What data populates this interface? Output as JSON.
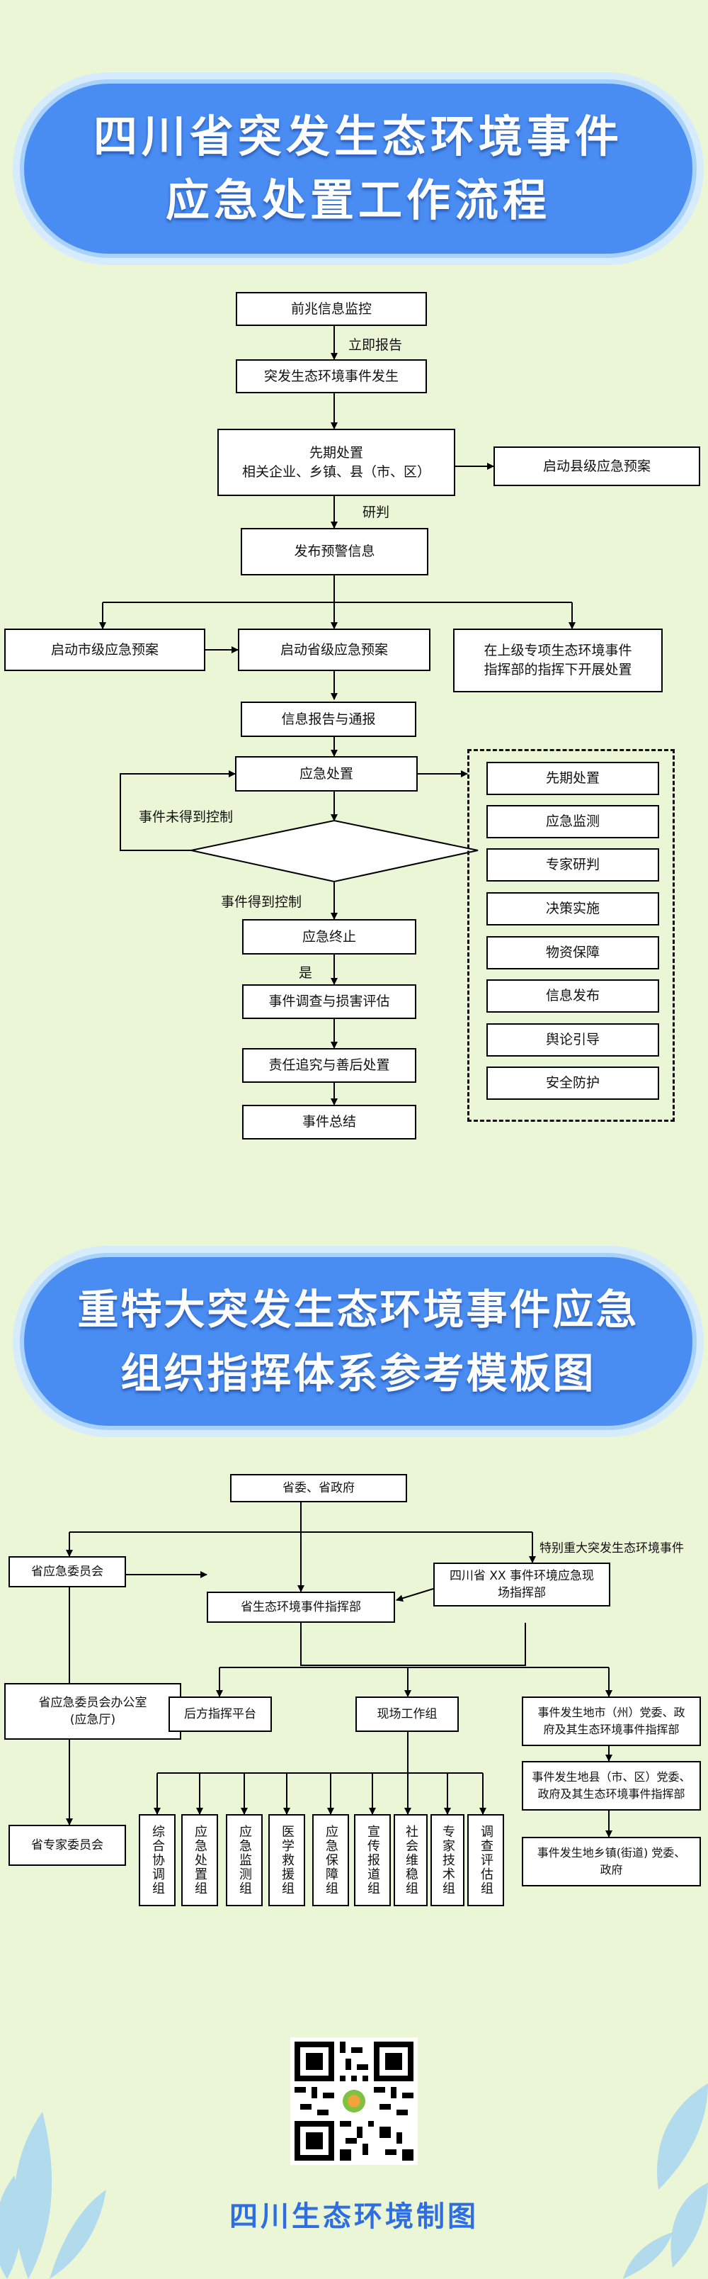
{
  "title1": {
    "line1": "四川省突发生态环境事件",
    "line2": "应急处置工作流程"
  },
  "flow": {
    "pre_monitor": "前兆信息监控",
    "report_now": "立即报告",
    "event_occurs": "突发生态环境事件发生",
    "early_disposal_line1": "先期处置",
    "early_disposal_line2": "相关企业、乡镇、县（市、区）",
    "county_plan": "启动县级应急预案",
    "research": "研判",
    "warning": "发布预警信息",
    "city_plan": "启动市级应急预案",
    "province_plan": "启动省级应急预案",
    "higher_command_line1": "在上级专项生态环境事件",
    "higher_command_line2": "指挥部的指挥下开展处置",
    "info_report": "信息报告与通报",
    "emergency_disposal": "应急处置",
    "not_controlled": "事件未得到控制",
    "controlled": "事件得到控制",
    "termination": "应急终止",
    "yes": "是",
    "investigation": "事件调查与损害评估",
    "accountability": "责任追究与善后处置",
    "summary": "事件总结",
    "measures": [
      "先期处置",
      "应急监测",
      "专家研判",
      "决策实施",
      "物资保障",
      "信息发布",
      "舆论引导",
      "安全防护"
    ]
  },
  "title2": {
    "line1": "重特大突发生态环境事件应急",
    "line2": "组织指挥体系参考模板图"
  },
  "org": {
    "top": "省委、省政府",
    "special_note": "特别重大突发生态环境事件",
    "committee": "省应急委员会",
    "hq": "省生态环境事件指挥部",
    "site_hq_line1": "四川省 XX 事件环境应急现",
    "site_hq_line2": "场指挥部",
    "office_line1": "省应急委员会办公室",
    "office_line2": "(应急厅)",
    "rear": "后方指挥平台",
    "site_group": "现场工作组",
    "city_party_line1": "事件发生地市（州）党委、政",
    "city_party_line2": "府及其生态环境事件指挥部",
    "county_party_line1": "事件发生地县（市、区）党委、",
    "county_party_line2": "政府及其生态环境事件指挥部",
    "town_party_line1": "事件发生地乡镇(街道) 党委、",
    "town_party_line2": "政府",
    "expert_committee": "省专家委员会",
    "groups": [
      "综合协调组",
      "应急处置组",
      "应急监测组",
      "医学救援组",
      "应急保障组",
      "宣传报道组",
      "社会维稳组",
      "专家技术组",
      "调查评估组"
    ]
  },
  "footer": {
    "brand": "四川生态环境制图"
  },
  "icons": {
    "qr": "qr-code-icon",
    "leaf": "leaf-decoration-icon"
  },
  "colors": {
    "background": "#eaf6d6",
    "title_fill": "#4a8df2",
    "title_ring": "#a9d2fb",
    "brand": "#2f6ee0"
  }
}
